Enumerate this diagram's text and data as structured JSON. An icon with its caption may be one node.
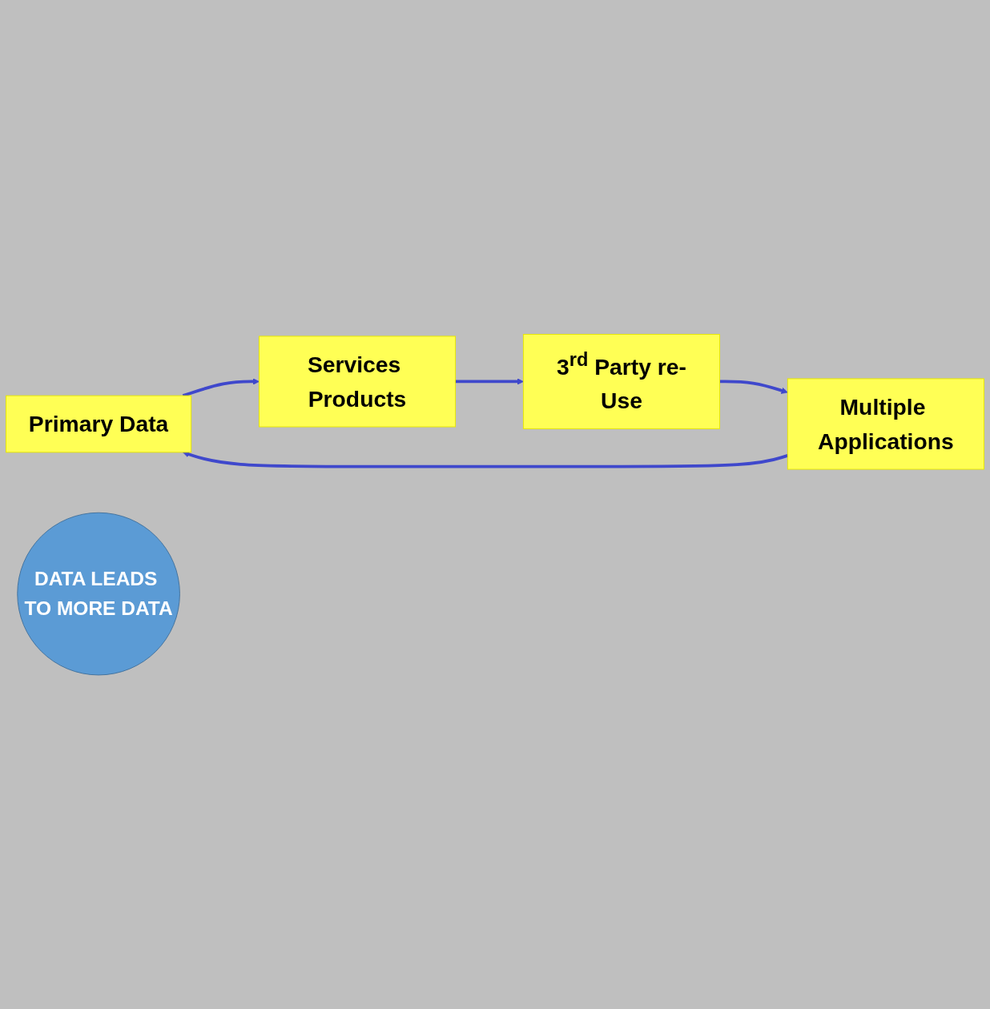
{
  "diagram": {
    "nodes": [
      {
        "text": [
          "Primary Data"
        ]
      },
      {
        "text": [
          "Multiple Applications"
        ]
      },
      {
        "text": [
          "DATA LEADS TO MORE DATA"
        ]
      },
      {
        "text": [
          "Services Products"
        ]
      },
      {
        "text": [
          "3$^{rd}$ Party re-Use"
        ]
      }
    ],
    "edges": [
      {
        "from": 0,
        "to": 3,
        "arrow": "to"
      },
      {
        "from": 3,
        "to": 4,
        "arrow": "to"
      },
      {
        "from": 4,
        "to": 1,
        "arrow": "to"
      },
      {
        "from": 1,
        "to": 0,
        "arrow": "to"
      }
    ]
  }
}
